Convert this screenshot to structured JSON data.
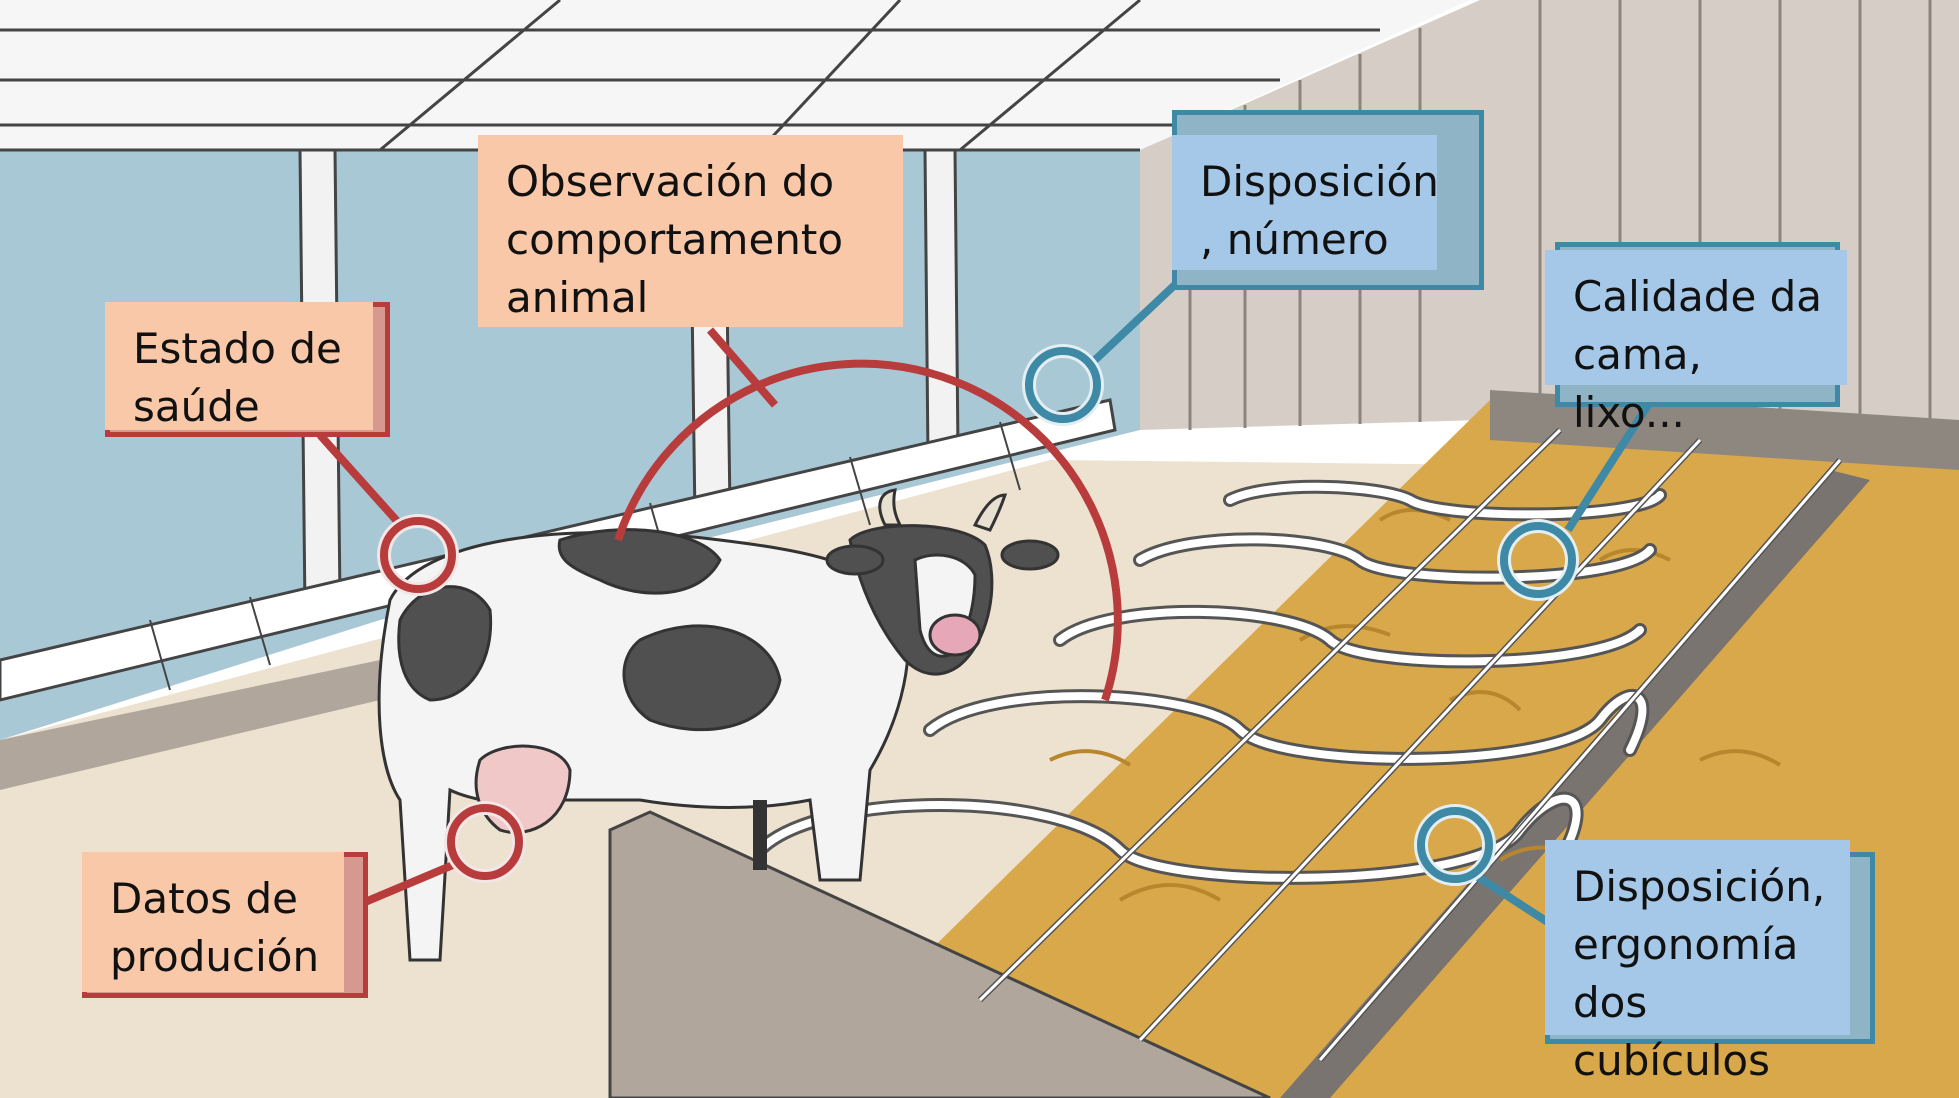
{
  "labels": {
    "health": "Estado de\nsaúde",
    "behaviour": "Observación do\ncomportamento\nanimal",
    "production": "Datos de\nprodución",
    "layout_number": "Disposición\n, número",
    "bedding": "Calidade da\ncama, lixo...",
    "cubicles": "Disposición,\nergonomía\ndos cubículos"
  },
  "colors": {
    "warm_fill": "#f8c8a8",
    "warm_stroke": "#b83c3c",
    "cool_fill": "#a6c8e8",
    "cool_stroke": "#3d89a6"
  }
}
